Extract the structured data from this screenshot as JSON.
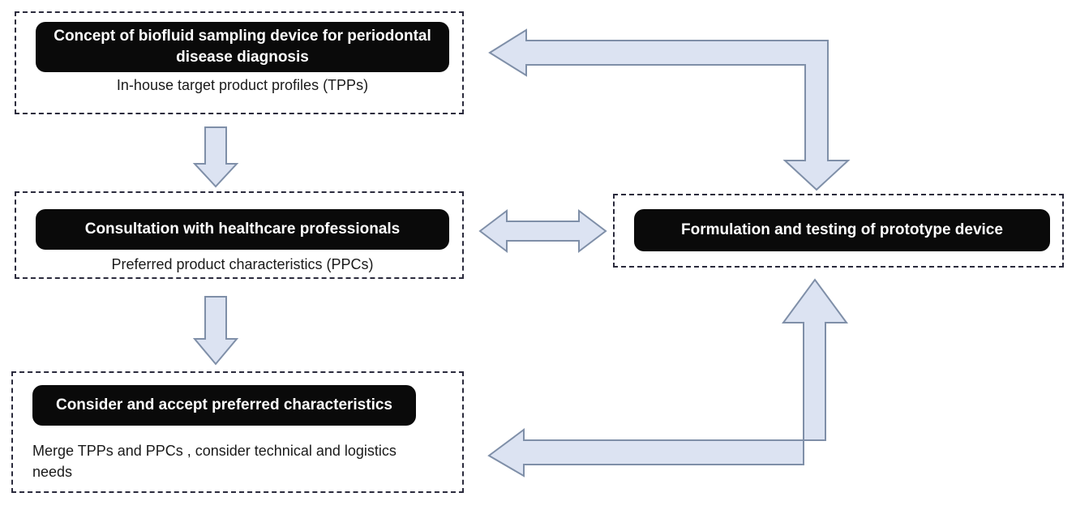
{
  "diagram": {
    "title": "Iterative product development flow for a biofluid sampling device",
    "accent_arrow_fill": "#dce3f2",
    "accent_arrow_stroke": "#7f8fa8",
    "pill_background": "#0a0a0a",
    "pill_text_color": "#ffffff",
    "container_border_color": "#2b2b3d",
    "background": "#ffffff"
  },
  "nodes": {
    "concept": {
      "heading": "Concept of biofluid sampling device for periodontal disease diagnosis",
      "caption": "In-house target product profiles (TPPs)"
    },
    "consultation": {
      "heading": "Consultation with healthcare professionals",
      "caption": "Preferred product characteristics (PPCs)"
    },
    "consider": {
      "heading": "Consider and accept preferred characteristics",
      "caption": "Merge TPPs and PPCs , consider technical and logistics needs"
    },
    "formulation": {
      "heading": "Formulation and testing of prototype device",
      "caption": ""
    }
  },
  "connectors": [
    {
      "name": "concept-to-consultation",
      "kind": "arrow-down",
      "from": "concept",
      "to": "consultation"
    },
    {
      "name": "consultation-to-consider",
      "kind": "arrow-down",
      "from": "consultation",
      "to": "consider"
    },
    {
      "name": "consultation-formulation-bidirectional",
      "kind": "arrow-double-horizontal",
      "from": "consultation",
      "to": "formulation"
    },
    {
      "name": "formulation-to-concept",
      "kind": "elbow-arrow-left-down",
      "from": "formulation",
      "to": "concept"
    },
    {
      "name": "consider-to-formulation",
      "kind": "elbow-arrow-left-up",
      "from": "consider",
      "to": "formulation"
    }
  ]
}
